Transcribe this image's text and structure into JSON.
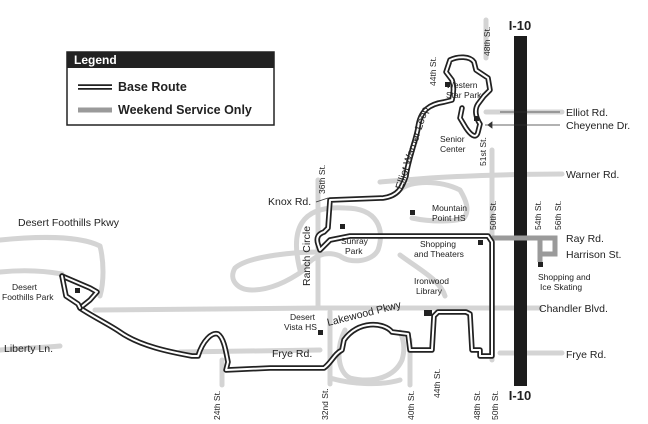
{
  "colors": {
    "background": "#ffffff",
    "street": "#d4d4d4",
    "highway": "#1c1c1c",
    "base_route": "#222222",
    "weekend_route": "#9a9a9a",
    "legend_header": "#222222"
  },
  "legend": {
    "title": "Legend",
    "items": [
      {
        "label": "Base Route",
        "style": "double-line"
      },
      {
        "label": "Weekend Service Only",
        "style": "gray-line"
      }
    ]
  },
  "highway": {
    "top_label": "I-10",
    "bottom_label": "I-10"
  },
  "roads": {
    "desert_foothills_pkwy": "Desert Foothills Pkwy",
    "liberty_ln": "Liberty Ln.",
    "knox_rd": "Knox Rd.",
    "ranch_circle": "Ranch Circle",
    "elliot_warner_loop": "Elliot Warner Loop",
    "lakewood_pkwy": "Lakewood Pkwy",
    "frye_rd_west": "Frye Rd.",
    "frye_rd_east": "Frye Rd.",
    "elliot_rd": "Elliot Rd.",
    "cheyenne_dr": "Cheyenne Dr.",
    "warner_rd": "Warner Rd.",
    "ray_rd": "Ray Rd.",
    "harrison_st": "Harrison St.",
    "chandler_blvd": "Chandler Blvd.",
    "st_44_top": "44th St.",
    "st_48_top": "48th St.",
    "st_51": "51st St.",
    "st_36": "36th St.",
    "st_50_mid": "50th St.",
    "st_54": "54th St.",
    "st_56": "56th St.",
    "st_24": "24th St.",
    "st_32": "32nd St.",
    "st_40": "40th St.",
    "st_44_bottom": "44th St.",
    "st_48_bottom": "48th St.",
    "st_50_bottom": "50th St."
  },
  "places": {
    "western_star_park": [
      "Western",
      "Star Park"
    ],
    "senior_center": [
      "Senior",
      "Center"
    ],
    "mountain_point_hs": [
      "Mountain",
      "Point HS"
    ],
    "sunray_park": [
      "Sunray",
      "Park"
    ],
    "shopping_theaters": [
      "Shopping",
      "and Theaters"
    ],
    "shopping_ice": [
      "Shopping and",
      "Ice Skating"
    ],
    "ironwood_library": [
      "Ironwood",
      "Library"
    ],
    "desert_vista_hs": [
      "Desert",
      "Vista HS"
    ],
    "desert_foothills_park": [
      "Desert",
      "Foothills Park"
    ]
  }
}
